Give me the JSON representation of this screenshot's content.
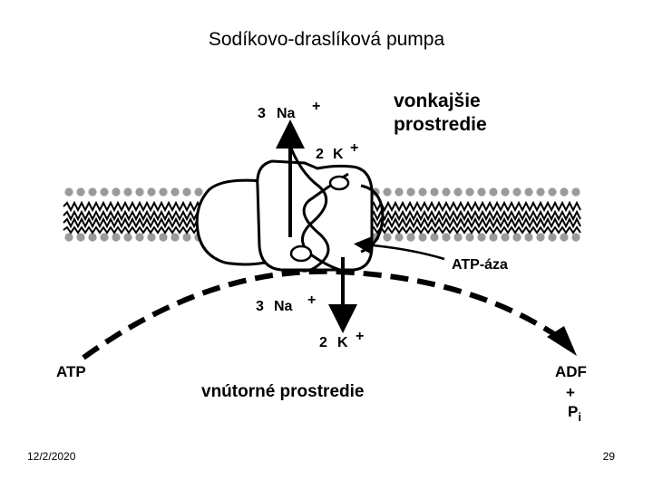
{
  "slide": {
    "title": "Sodíkovo-draslíková pumpa",
    "date": "12/2/2020",
    "page_number": "29"
  },
  "diagram": {
    "outside_label_line1": "vonkajšie",
    "outside_label_line2": "prostredie",
    "inside_label": "vnútorné prostredie",
    "na_out": {
      "count": "3",
      "ion": "Na",
      "charge": "+"
    },
    "k_in_top": {
      "count": "2",
      "ion": "K",
      "charge": "+"
    },
    "na_in": {
      "count": "3",
      "ion": "Na",
      "charge": "+"
    },
    "k_in_bottom": {
      "count": "2",
      "ion": "K",
      "charge": "+"
    },
    "enzyme_label": "ATP-áza",
    "atp_label": "ATP",
    "adf_label": "ADF",
    "plus_label": "+",
    "pi_label": "P",
    "pi_subscript": "i"
  }
}
